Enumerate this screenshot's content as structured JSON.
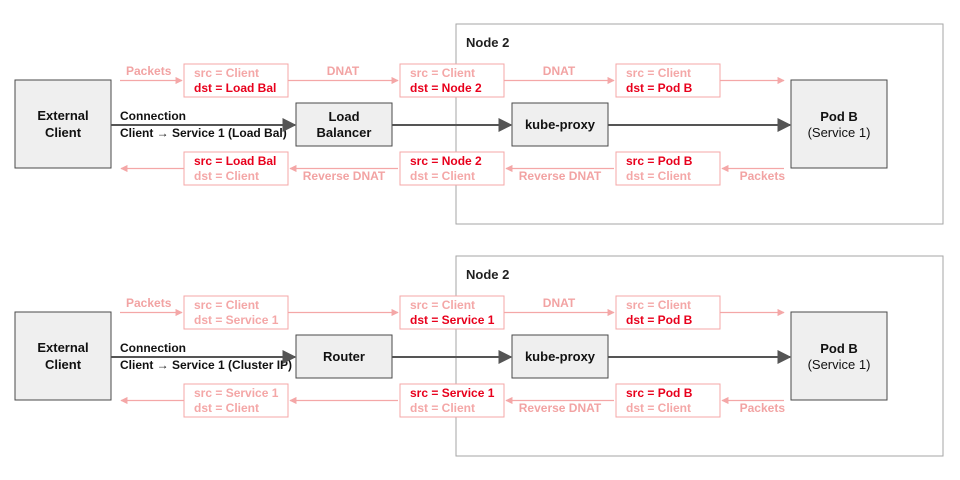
{
  "scenarios": [
    {
      "id": "load-balancer",
      "node_label": "Node 2",
      "client_box": {
        "line1": "External",
        "line2": "Client"
      },
      "connection": {
        "title": "Connection",
        "detail": "Client → Service 1 (Load Bal)"
      },
      "middle_box": {
        "line1": "Load",
        "line2": "Balancer"
      },
      "proxy_box": {
        "line1": "kube-proxy"
      },
      "pod_box": {
        "line1": "Pod B",
        "line2": "(Service 1)"
      },
      "forward": {
        "start_label": "Packets",
        "hop_labels": [
          "DNAT",
          "DNAT"
        ],
        "packets": [
          {
            "src": "src = Client",
            "dst": "dst = Load Bal",
            "highlight": "dst"
          },
          {
            "src": "src = Client",
            "dst": "dst = Node 2",
            "highlight": "dst"
          },
          {
            "src": "src = Client",
            "dst": "dst = Pod B",
            "highlight": "dst"
          }
        ]
      },
      "reverse": {
        "start_label": "Packets",
        "hop_labels": [
          "Reverse DNAT",
          "Reverse DNAT"
        ],
        "packets": [
          {
            "src": "src = Load Bal",
            "dst": "dst = Client",
            "highlight": "src"
          },
          {
            "src": "src = Node 2",
            "dst": "dst = Client",
            "highlight": "src"
          },
          {
            "src": "src = Pod B",
            "dst": "dst = Client",
            "highlight": "src"
          }
        ]
      }
    },
    {
      "id": "router",
      "node_label": "Node 2",
      "client_box": {
        "line1": "External",
        "line2": "Client"
      },
      "connection": {
        "title": "Connection",
        "detail": "Client → Service 1 (Cluster IP)"
      },
      "middle_box": {
        "line1": "Router",
        "line2": ""
      },
      "proxy_box": {
        "line1": "kube-proxy"
      },
      "pod_box": {
        "line1": "Pod B",
        "line2": "(Service 1)"
      },
      "forward": {
        "start_label": "Packets",
        "hop_labels": [
          "",
          "DNAT"
        ],
        "packets": [
          {
            "src": "src = Client",
            "dst": "dst = Service 1",
            "highlight": "none"
          },
          {
            "src": "src = Client",
            "dst": "dst = Service 1",
            "highlight": "dst"
          },
          {
            "src": "src = Client",
            "dst": "dst = Pod B",
            "highlight": "dst"
          }
        ]
      },
      "reverse": {
        "start_label": "Packets",
        "hop_labels": [
          "",
          "Reverse DNAT"
        ],
        "packets": [
          {
            "src": "src = Service 1",
            "dst": "dst = Client",
            "highlight": "none"
          },
          {
            "src": "src = Service 1",
            "dst": "dst = Client",
            "highlight": "src"
          },
          {
            "src": "src = Pod B",
            "dst": "dst = Client",
            "highlight": "src"
          }
        ]
      }
    }
  ],
  "colors": {
    "box_fill": "#efefef",
    "box_stroke": "#4a4a4a",
    "node_stroke": "#a6a6a6",
    "packet_pale": "#f4a7a7",
    "packet_highlight": "#e8001c",
    "main_arrow": "#555555"
  }
}
